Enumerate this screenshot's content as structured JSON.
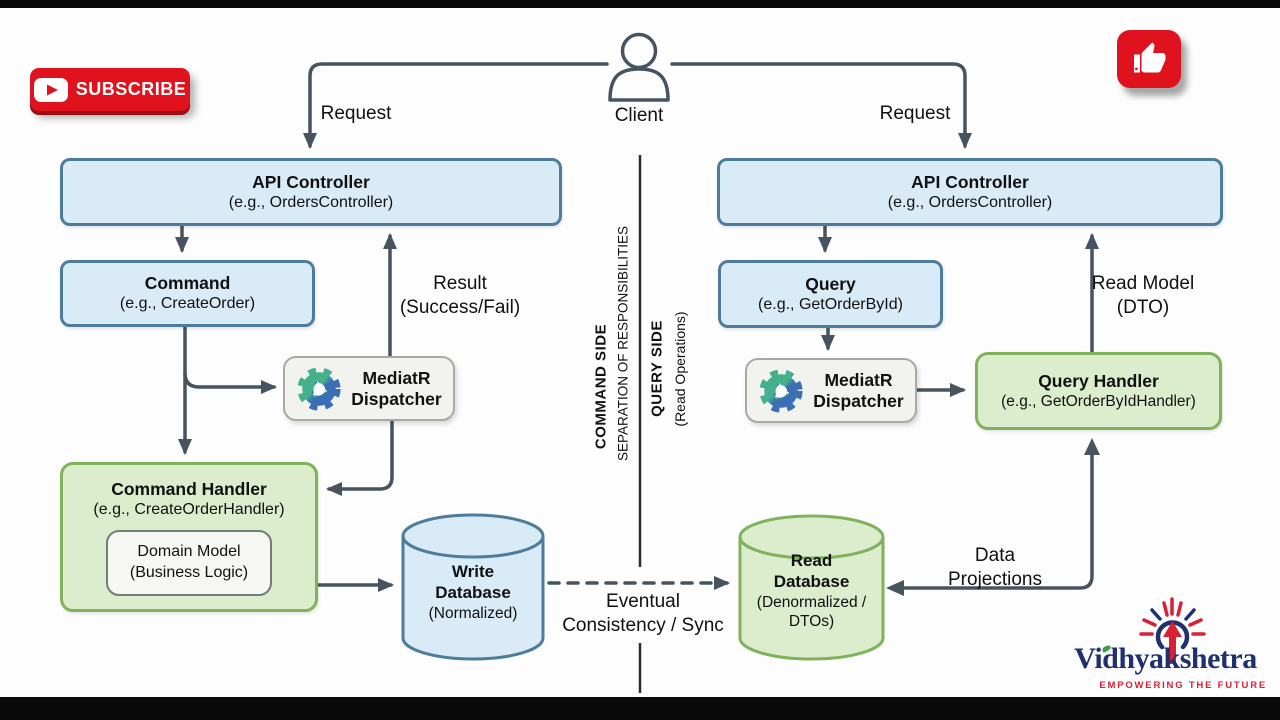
{
  "chrome": {
    "subscribe_label": "SUBSCRIBE"
  },
  "diagram": {
    "client_label": "Client",
    "labels": {
      "request_left": "Request",
      "request_right": "Request",
      "result_line1": "Result",
      "result_line2": "(Success/Fail)",
      "read_model_line1": "Read Model",
      "read_model_line2": "(DTO)",
      "eventual_line1": "Eventual",
      "eventual_line2": "Consistency / Sync",
      "data_projections_line1": "Data",
      "data_projections_line2": "Projections"
    },
    "divider": {
      "command_side": "COMMAND SIDE",
      "command_side_sub": "SEPARATION OF RESPONSIBILITIES",
      "query_side": "QUERY SIDE",
      "query_side_sub": "(Read Operations)"
    },
    "command_side": {
      "api_controller": {
        "title": "API Controller",
        "subtitle": "(e.g., OrdersController)"
      },
      "command": {
        "title": "Command",
        "subtitle": "(e.g., CreateOrder)"
      },
      "mediatr": {
        "line1": "MediatR",
        "line2": "Dispatcher"
      },
      "command_handler": {
        "title": "Command Handler",
        "subtitle": "(e.g., CreateOrderHandler)"
      },
      "domain_model": {
        "title": "Domain Model",
        "subtitle": "(Business Logic)"
      },
      "write_db": {
        "line1": "Write",
        "line2": "Database",
        "line3": "(Normalized)"
      }
    },
    "query_side": {
      "api_controller": {
        "title": "API Controller",
        "subtitle": "(e.g., OrdersController)"
      },
      "query": {
        "title": "Query",
        "subtitle": "(e.g., GetOrderById)"
      },
      "mediatr": {
        "line1": "MediatR",
        "line2": "Dispatcher"
      },
      "query_handler": {
        "title": "Query Handler",
        "subtitle": "(e.g., GetOrderByIdHandler)"
      },
      "read_db": {
        "line1": "Read",
        "line2": "Database",
        "line3": "(Denormalized /",
        "line4": "DTOs)"
      }
    }
  },
  "branding": {
    "logo_text": "Vidhyakshetra",
    "logo_tagline": "EMPOWERING THE FUTURE"
  },
  "colors": {
    "box_blue_fill": "#d9ebf7",
    "box_blue_border": "#4d7d9b",
    "box_green_fill": "#dcedcd",
    "box_green_border": "#7fb25a",
    "box_gray_fill": "#f2f2ef",
    "box_gray_border": "#a9a9a3",
    "arrow": "#47545f",
    "divider": "#2b2b2b",
    "youtube_red": "#e0121e",
    "logo_navy": "#20306e",
    "logo_red": "#d62237",
    "gear_teal": "#45b08c",
    "gear_blue": "#3a6fb5"
  }
}
